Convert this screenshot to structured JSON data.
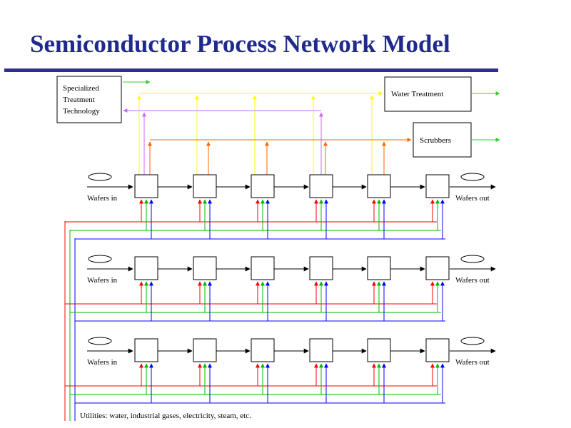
{
  "title": "Semiconductor Process Network Model",
  "boxes": {
    "specialized": [
      "Specialized",
      "Treatment",
      "Technology"
    ],
    "water_treatment": "Water Treatment",
    "scrubbers": "Scrubbers"
  },
  "rows": [
    {
      "input_label": "Wafers in",
      "output_label": "Wafers out"
    },
    {
      "input_label": "Wafers in",
      "output_label": "Wafers out"
    },
    {
      "input_label": "Wafers in",
      "output_label": "Wafers out"
    }
  ],
  "utilities_label": "Utilities: water, industrial gases, electricity, steam, etc.",
  "colors": {
    "title": "#1f2a8c",
    "rule": "#2e2e8f",
    "water_line": "#ffff00",
    "specialized_line": "#cc66ff",
    "scrubber_line": "#ff6600",
    "output_line": "#33cc33",
    "utility_red": "#ff0000",
    "utility_green": "#00bb00",
    "utility_blue": "#0000ff",
    "flow_line": "#000000"
  }
}
